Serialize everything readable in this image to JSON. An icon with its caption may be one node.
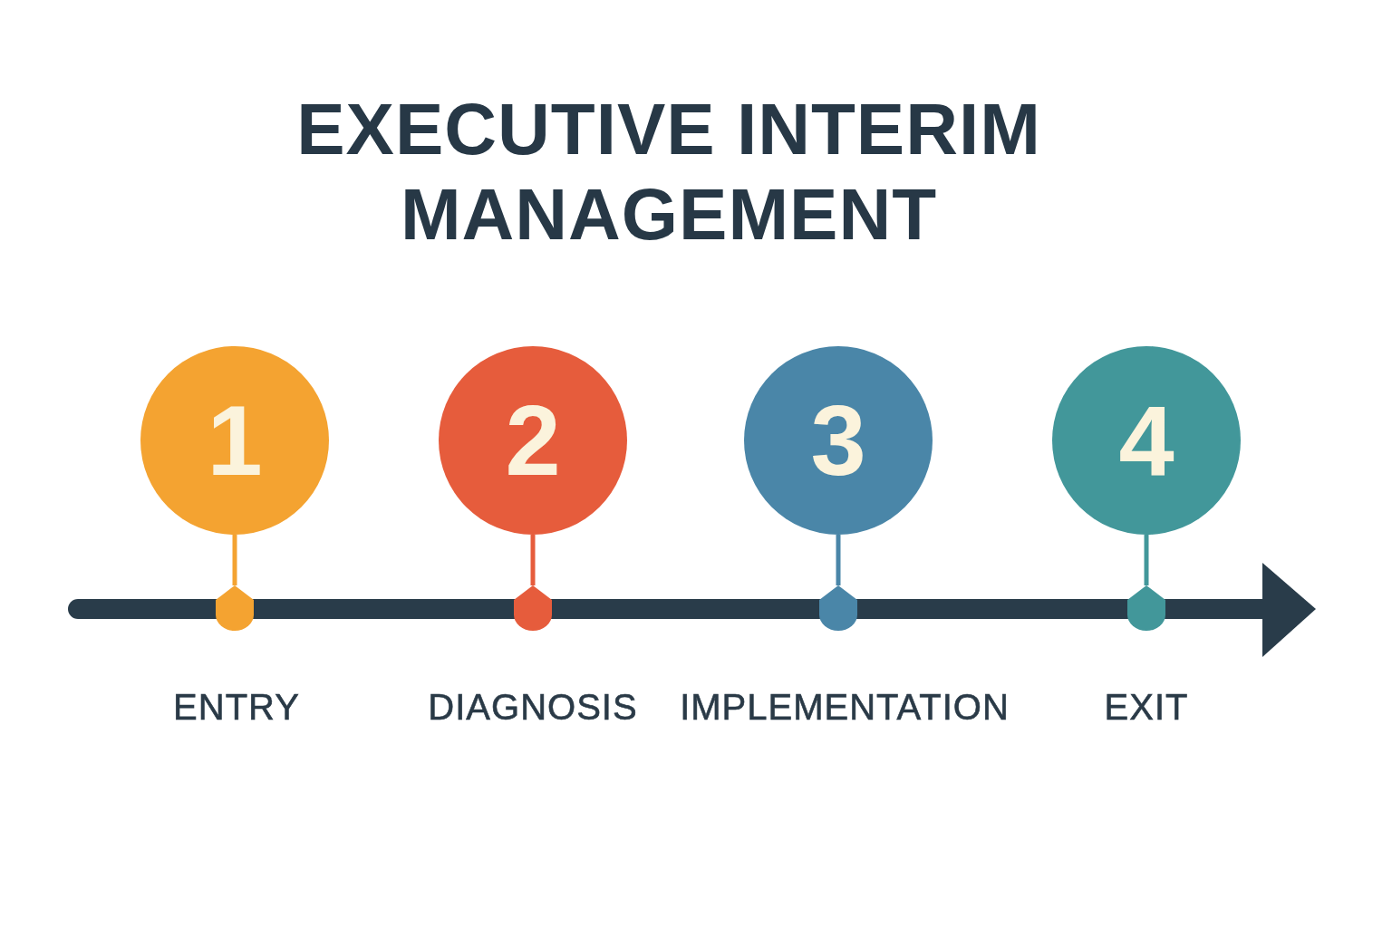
{
  "diagram": {
    "title": "EXECUTIVE INTERIM MANAGEMENT",
    "nodes": [
      {
        "text": [
          "1"
        ]
      },
      {
        "text": [
          "2"
        ]
      },
      {
        "text": [
          "3"
        ]
      },
      {
        "text": [
          "4"
        ]
      },
      {
        "text": [],
        "shape": "hexagon"
      },
      {
        "text": [],
        "shape": "hexagon"
      },
      {
        "text": [],
        "shape": "hexagon"
      },
      {
        "text": [],
        "shape": "hexagon"
      }
    ],
    "edges": [
      {
        "from": 0,
        "to": 4,
        "arrow": "none",
        "color": "#f4a331"
      },
      {
        "from": 1,
        "to": 5,
        "arrow": "none",
        "color": "#e65c3c"
      },
      {
        "from": 2,
        "to": 6,
        "arrow": "none",
        "color": "#4a86a8"
      },
      {
        "from": 3,
        "to": 7,
        "arrow": "none",
        "color": "#42979a"
      }
    ],
    "labels": [
      "ENTRY",
      "DIAGNOSIS",
      "IMPLEMENTATION",
      "EXIT"
    ]
  }
}
